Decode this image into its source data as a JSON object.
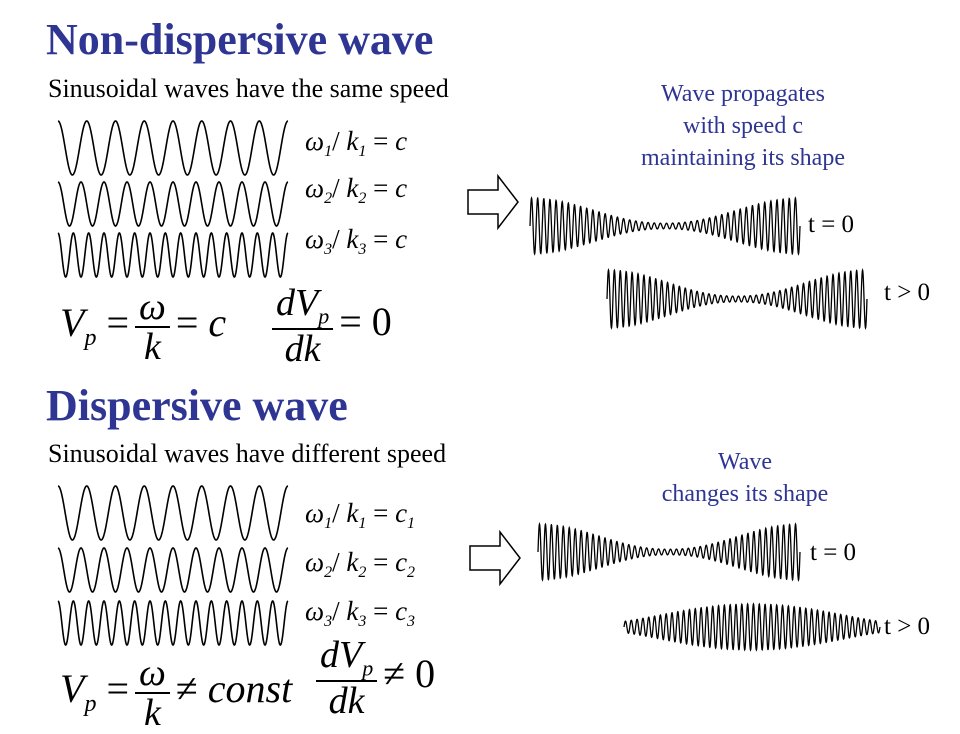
{
  "nondispersive": {
    "title": "Non-dispersive wave",
    "subtitle": "Sinusoidal waves have the same speed",
    "description_lines": [
      "Wave propagates",
      "with speed c",
      "maintaining its shape"
    ],
    "eq_rhs": [
      "c",
      "c",
      "c"
    ],
    "formula_rhs": "c",
    "derivative_result": "0",
    "time_labels": [
      "t = 0",
      "t > 0"
    ]
  },
  "dispersive": {
    "title": "Dispersive wave",
    "subtitle": "Sinusoidal waves have different speed",
    "description_lines": [
      "Wave",
      "changes its shape"
    ],
    "eq_rhs": [
      "c",
      "c",
      "c"
    ],
    "eq_rhs_subs": [
      "1",
      "2",
      "3"
    ],
    "formula_rhs": "const",
    "derivative_result": "0",
    "time_labels": [
      "t = 0",
      "t > 0"
    ]
  },
  "colors": {
    "title": "#2e3592",
    "text": "#000000"
  }
}
